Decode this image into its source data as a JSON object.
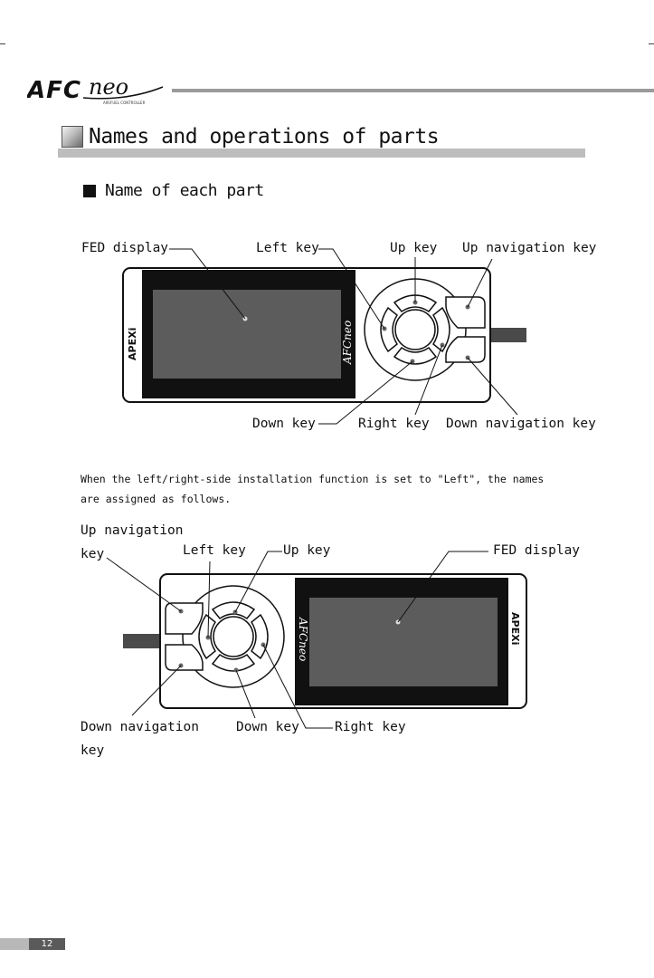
{
  "header": {
    "brand": "AFC neo",
    "brand_tagline": "AIR/FUEL CONTROLLER"
  },
  "section": {
    "title": "Names and operations of parts",
    "subtitle": "Name of each part"
  },
  "figure1": {
    "labels": {
      "fed_display": "FED display",
      "left_key": "Left key",
      "up_key": "Up key",
      "up_nav_key": "Up navigation key",
      "down_key": "Down key",
      "right_key": "Right key",
      "down_nav_key": "Down navigation key"
    },
    "device_text": {
      "apexi": "APEXi",
      "afc": "AFC neo"
    }
  },
  "note": {
    "line1": "When the left/right-side installation function is set to \"Left\", the names",
    "line2": "are assigned as follows."
  },
  "figure2": {
    "labels": {
      "up_nav_key_line1": "Up navigation",
      "up_nav_key_line2": "key",
      "left_key": "Left key",
      "up_key": "Up key",
      "fed_display": "FED display",
      "down_nav_key_line1": "Down navigation",
      "down_nav_key_line2": "key",
      "down_key": "Down key",
      "right_key": "Right key"
    }
  },
  "footer": {
    "page_number": "12"
  },
  "colors": {
    "rule_gray": "#9a9a9a",
    "title_bar_gray": "#bdbdbd",
    "screen_dark": "#111111",
    "screen_gray": "#5c5c5c",
    "cable": "#4a4a4a"
  }
}
